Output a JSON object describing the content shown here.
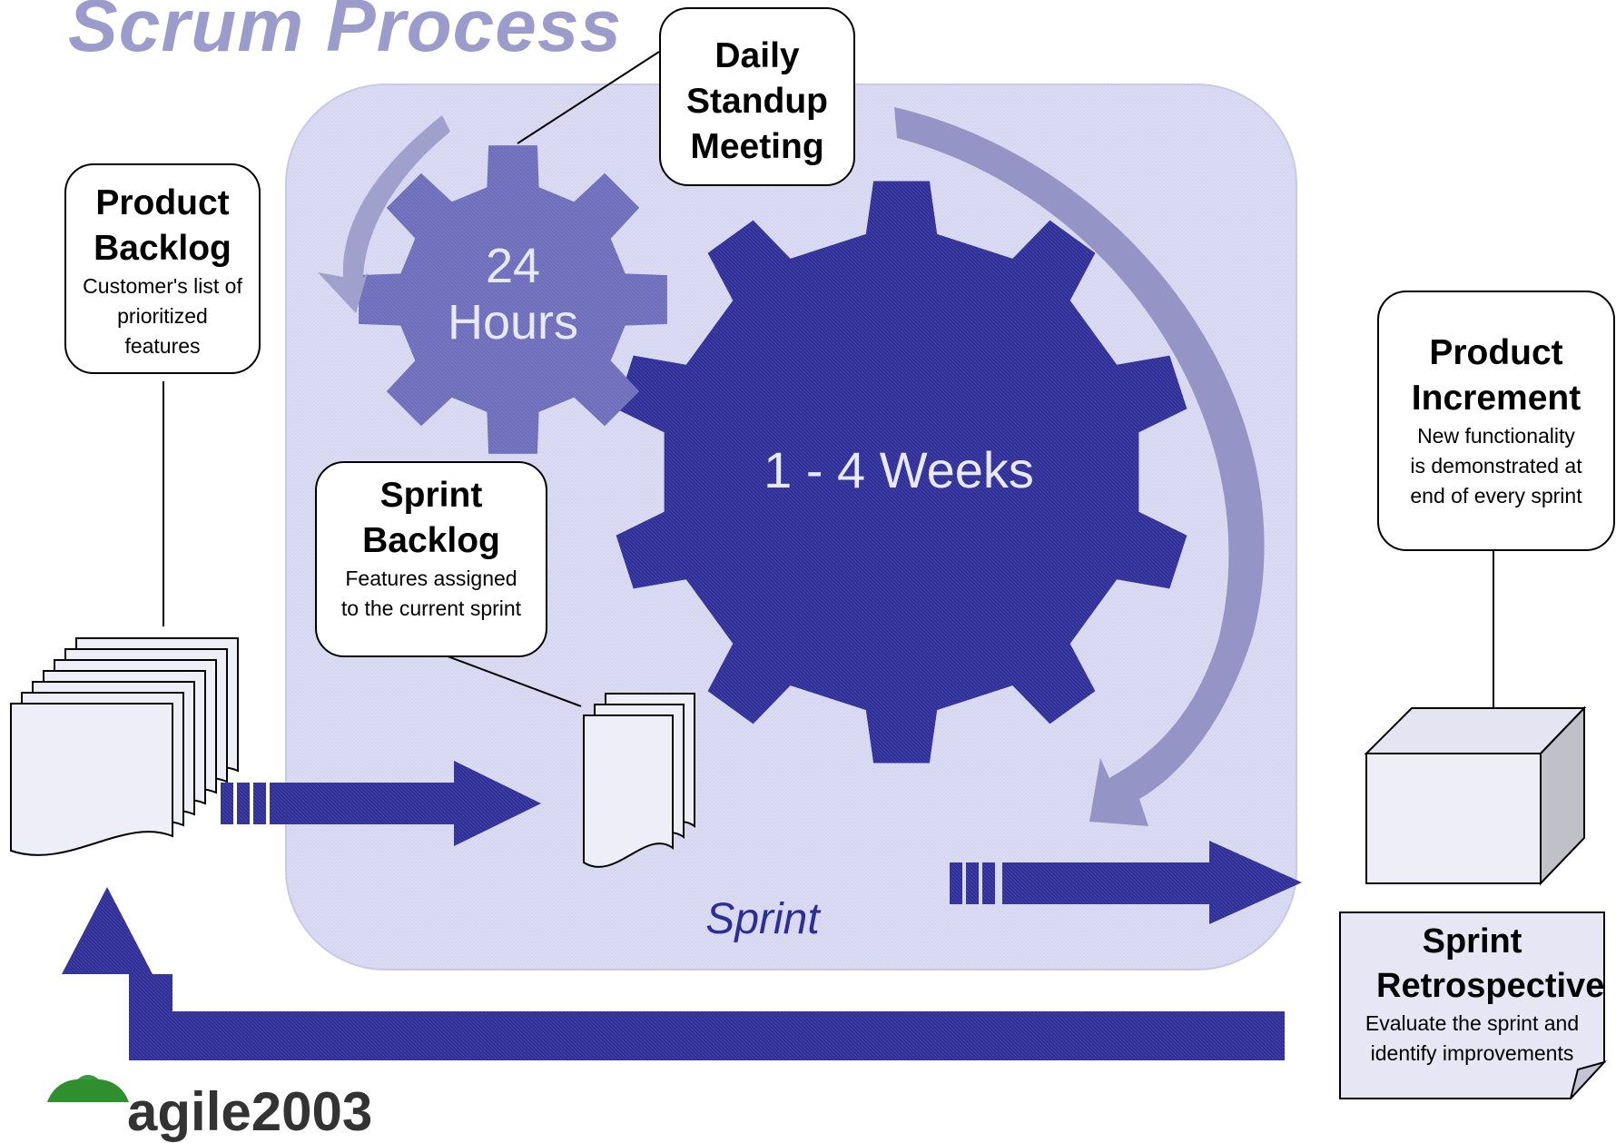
{
  "title": "Scrum Process",
  "product_backlog": {
    "title": "Product Backlog",
    "desc": "Customer's list of prioritized features"
  },
  "daily_standup": {
    "title": "Daily Standup Meeting"
  },
  "gear_small": {
    "line1": "24",
    "line2": "Hours"
  },
  "gear_large": {
    "label": "1 - 4 Weeks"
  },
  "sprint_backlog": {
    "title": "Sprint Backlog",
    "desc": "Features assigned to the current sprint"
  },
  "product_increment": {
    "title": "Product Increment",
    "desc": "New functionality is demonstrated at end of every sprint"
  },
  "sprint_retrospective": {
    "title": "Sprint Retrospective",
    "desc": "Evaluate the sprint and identify improvements"
  },
  "sprint_label": "Sprint",
  "logo_text": "agile2003",
  "colors": {
    "arrow": "#2e2e96",
    "panel": "#dcdcf4",
    "title": "#9c9ccc",
    "light_arrow": "#9494c6",
    "small_gear": "#6c6cba"
  }
}
